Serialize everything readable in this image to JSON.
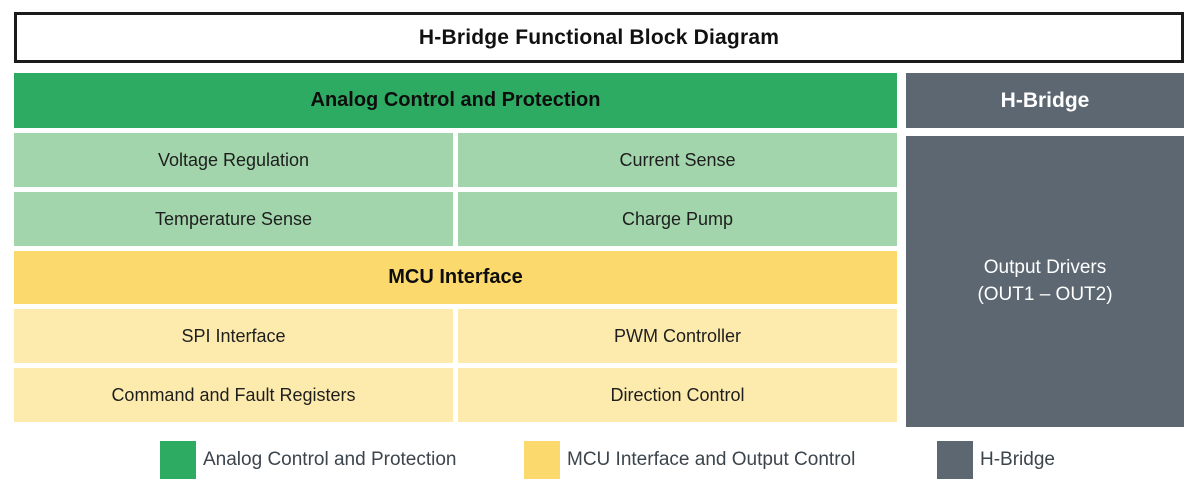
{
  "title": "H-Bridge Functional Block Diagram",
  "colors": {
    "green": "#2eab63",
    "light_green": "#a2d5ab",
    "yellow": "#fbd96c",
    "light_yellow": "#fdebae",
    "gray": "#5c6771",
    "header_text": "#0d0d0d",
    "block_text": "#1e1e1e",
    "inverse_text": "#ffffff"
  },
  "analog": {
    "header": "Analog Control and Protection",
    "cells": [
      [
        "Voltage Regulation",
        "Current Sense"
      ],
      [
        "Temperature Sense",
        "Charge Pump"
      ]
    ]
  },
  "mcu": {
    "header": "MCU Interface",
    "cells": [
      [
        "SPI Interface",
        "PWM Controller"
      ],
      [
        "Command and Fault Registers",
        "Direction Control"
      ]
    ]
  },
  "hbridge": {
    "header": "H-Bridge",
    "output_block": {
      "line1": "Output Drivers",
      "line2": "(OUT1 – OUT2)"
    }
  },
  "legend": {
    "items": [
      {
        "swatch_color": "#2eab63",
        "label": "Analog Control and Protection"
      },
      {
        "swatch_color": "#fbd96c",
        "label": "MCU Interface and Output Control"
      },
      {
        "swatch_color": "#5c6771",
        "label": "H-Bridge"
      }
    ]
  }
}
